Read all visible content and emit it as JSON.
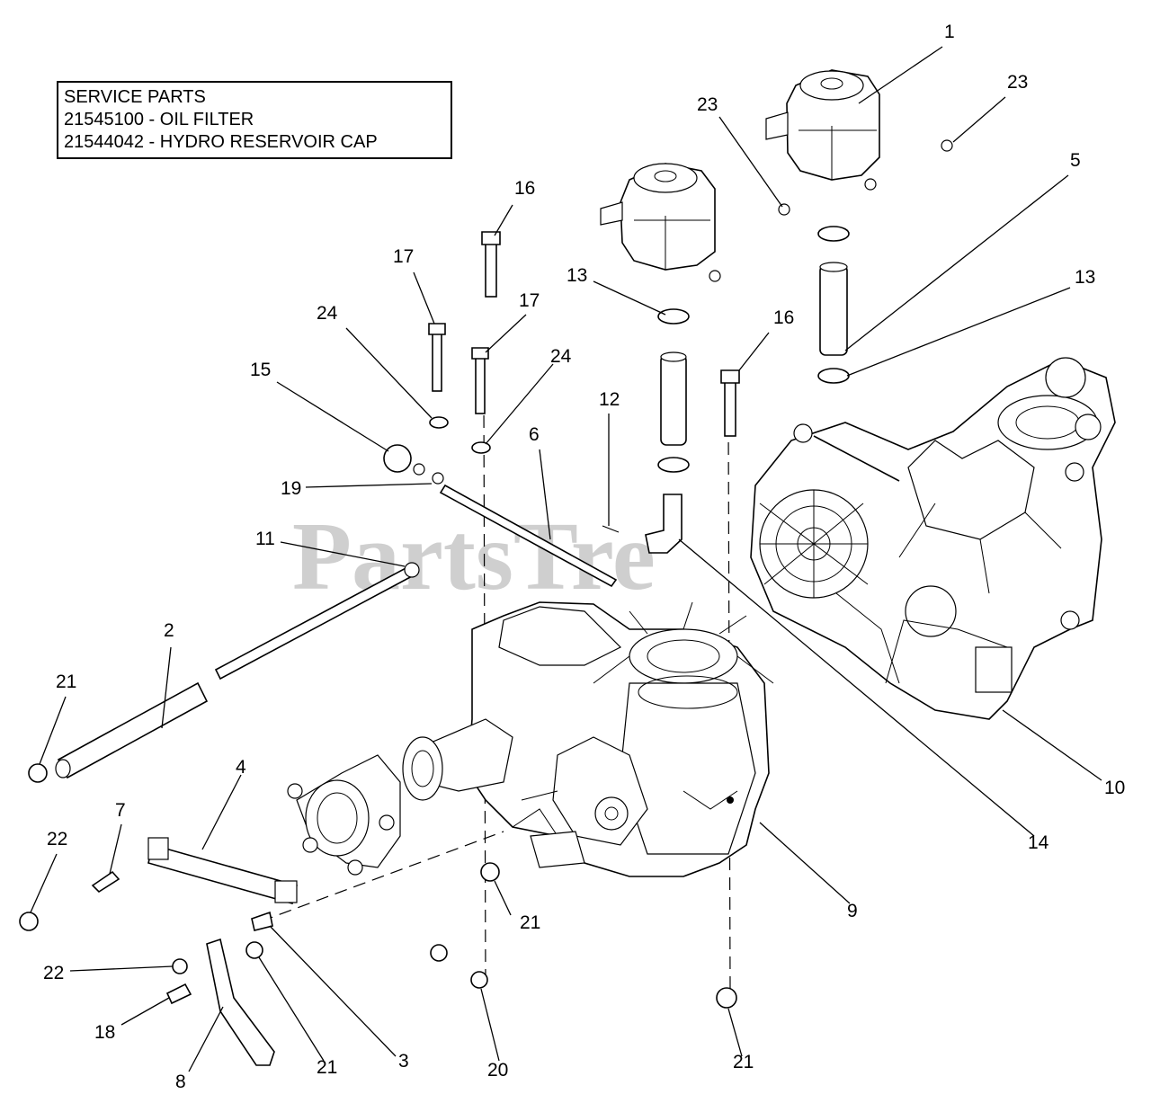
{
  "service_parts": {
    "heading": "SERVICE PARTS",
    "lines": [
      "21545100 - OIL FILTER",
      "21544042 - HYDRO RESERVOIR CAP"
    ]
  },
  "watermark": "PartsTre",
  "callouts": [
    "1",
    "23",
    "23",
    "5",
    "16",
    "13",
    "13",
    "17",
    "17",
    "24",
    "24",
    "16",
    "15",
    "12",
    "6",
    "19",
    "11",
    "2",
    "21",
    "4",
    "7",
    "22",
    "21",
    "22",
    "18",
    "8",
    "21",
    "3",
    "20",
    "21",
    "9",
    "14",
    "10"
  ]
}
